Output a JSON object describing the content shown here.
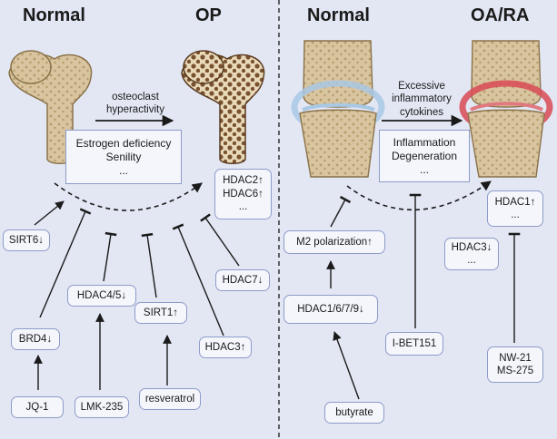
{
  "left_panel": {
    "title_normal": "Normal",
    "title_op": "OP",
    "arrow_label": [
      "osteoclast",
      "hyperactivity"
    ],
    "causes": [
      "Estrogen deficiency",
      "Senility",
      "..."
    ],
    "upregulated": [
      "HDAC2↑",
      "HDAC6↑",
      "..."
    ],
    "factors": {
      "sirt6": "SIRT6↓",
      "brd4": "BRD4↓",
      "jq1": "JQ-1",
      "hdac45": "HDAC4/5↓",
      "lmk235": "LMK-235",
      "sirt1": "SIRT1↑",
      "resveratrol": "resveratrol",
      "hdac3": "HDAC3↑",
      "hdac7": "HDAC7↓"
    }
  },
  "right_panel": {
    "title_normal": "Normal",
    "title_oara": "OA/RA",
    "arrow_label": [
      "Excessive",
      "inflammatory",
      "cytokines"
    ],
    "causes": [
      "Inflammation",
      "Degeneration",
      "..."
    ],
    "hdac1": [
      "HDAC1↑",
      "..."
    ],
    "hdac3": [
      "HDAC3↓",
      "..."
    ],
    "factors": {
      "m2": "M2 polarization↑",
      "hdac1679": "HDAC1/6/7/9↓",
      "butyrate": "butyrate",
      "ibet": "I-BET151",
      "nw21": "NW-21",
      "ms275": "MS-275"
    }
  },
  "colors": {
    "background": "#e3e7f4",
    "box_fill": "#f4f6fc",
    "box_border": "#8d9cc8",
    "bone_normal": "#d8c49e",
    "bone_op": "#8a6038",
    "cartilage_normal": "#a9c8e4",
    "cartilage_inflamed": "#d94a55"
  }
}
